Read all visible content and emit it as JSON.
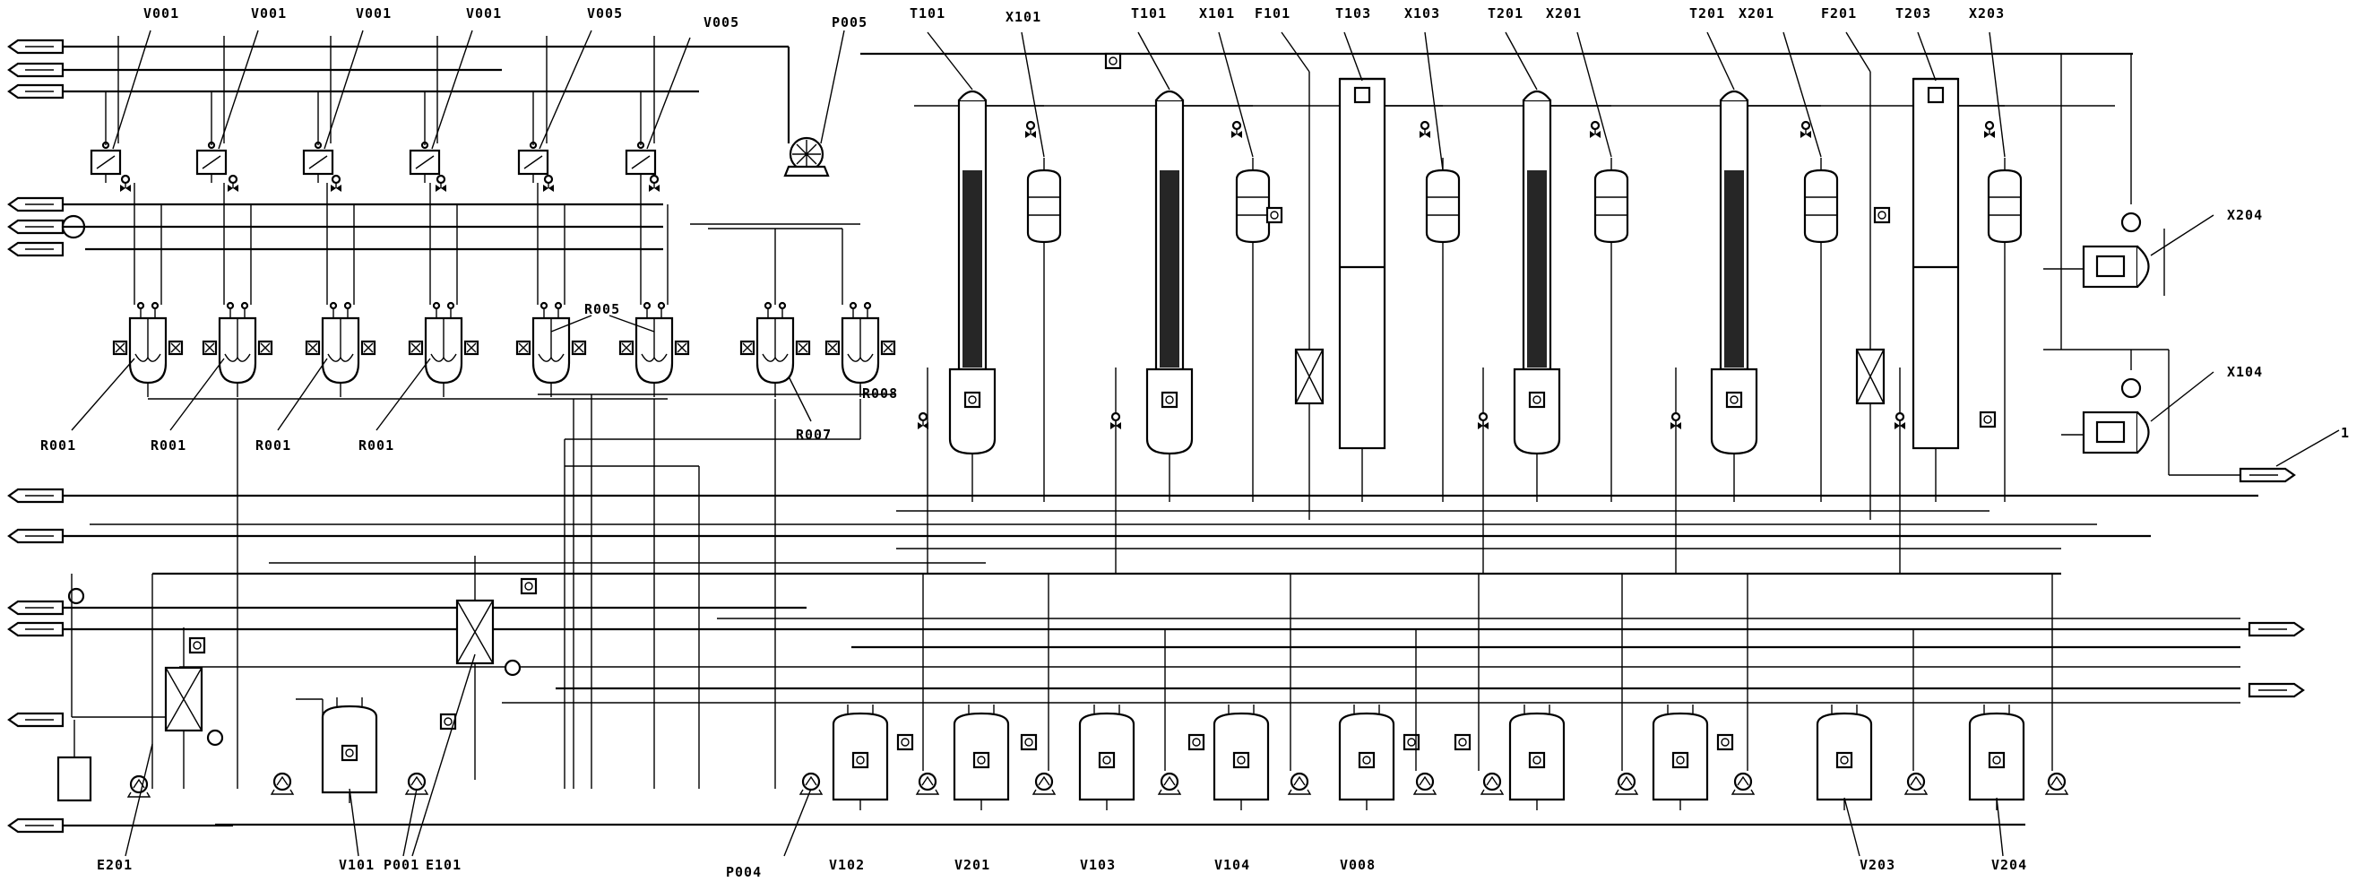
{
  "labels": {
    "v001_a": "V001",
    "v001_b": "V001",
    "v001_c": "V001",
    "v001_d": "V001",
    "v005_a": "V005",
    "v005_b": "V005",
    "p005": "P005",
    "t101_a": "T101",
    "x101_a": "X101",
    "t101_b": "T101",
    "x101_b": "X101",
    "f101": "F101",
    "t103": "T103",
    "x103": "X103",
    "t201": "T201",
    "x201": "X201",
    "t201_b": "T201",
    "x201_b": "X201",
    "f201": "F201",
    "t203": "T203",
    "x203": "X203",
    "x204": "X204",
    "x104": "X104",
    "one": "1",
    "r001_a": "R001",
    "r001_b": "R001",
    "r001_c": "R001",
    "r001_d": "R001",
    "r005": "R005",
    "r007": "R007",
    "r008": "R008",
    "e201": "E201",
    "v101": "V101",
    "p001": "P001",
    "e101": "E101",
    "p004": "P004",
    "v102": "V102",
    "v201": "V201",
    "v103": "V103",
    "v104": "V104",
    "v008": "V008",
    "v203": "V203",
    "v204": "V204"
  }
}
